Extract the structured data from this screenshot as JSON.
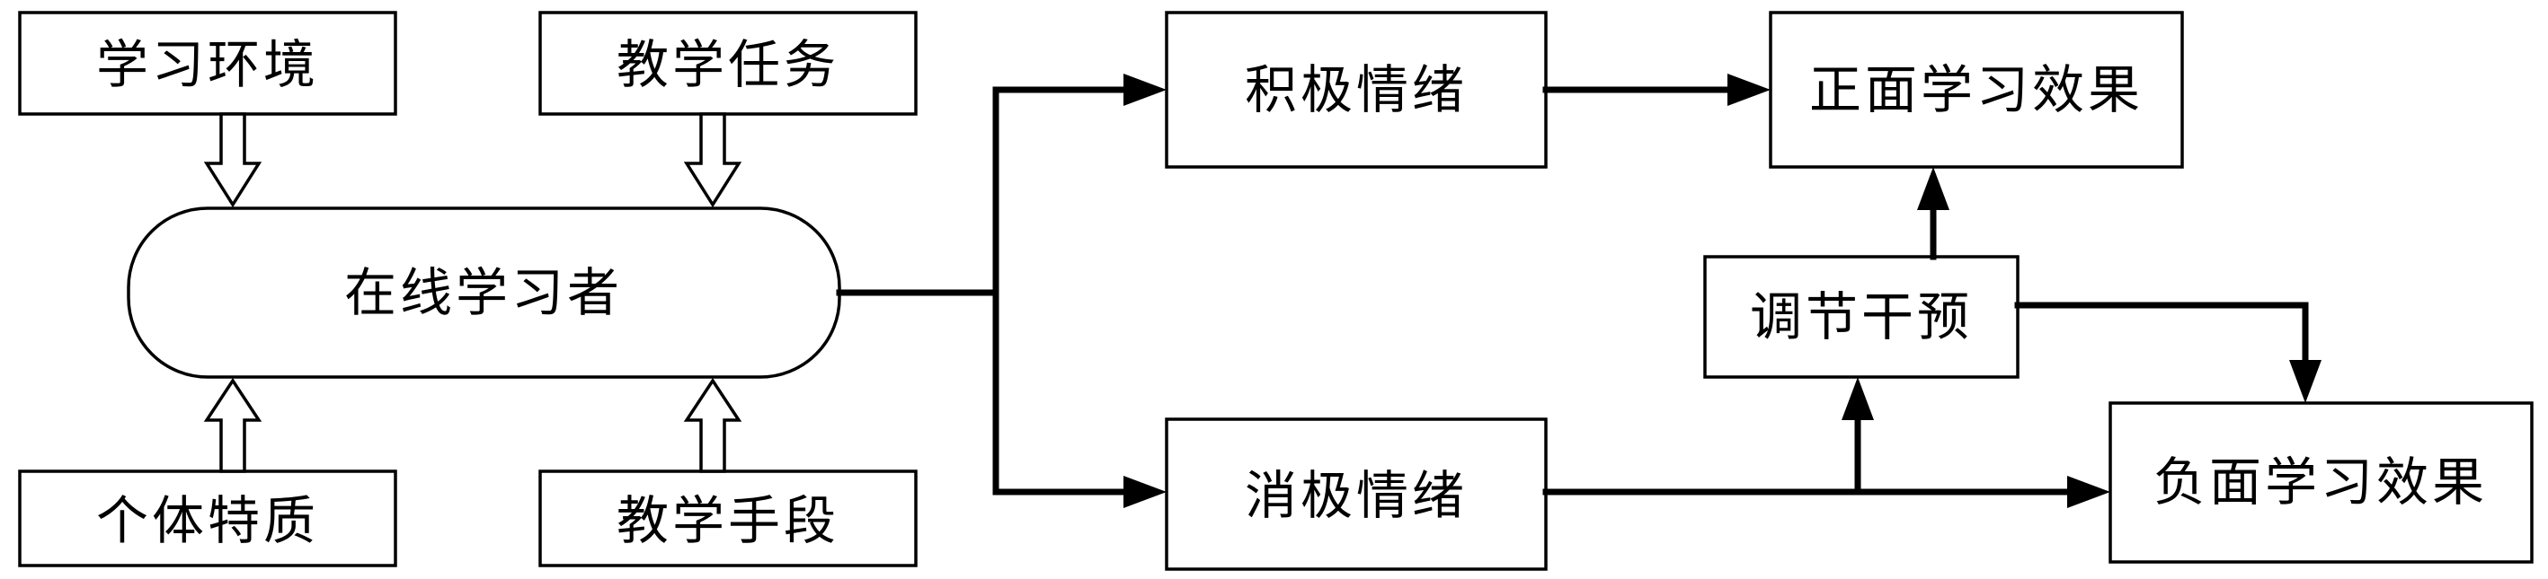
{
  "nodes": {
    "learning_environment": "学习环境",
    "teaching_task": "教学任务",
    "online_learner": "在线学习者",
    "individual_traits": "个体特质",
    "teaching_means": "教学手段",
    "positive_emotion": "积极情绪",
    "negative_emotion": "消极情绪",
    "positive_effect": "正面学习效果",
    "regulation": "调节干预",
    "negative_effect": "负面学习效果"
  }
}
